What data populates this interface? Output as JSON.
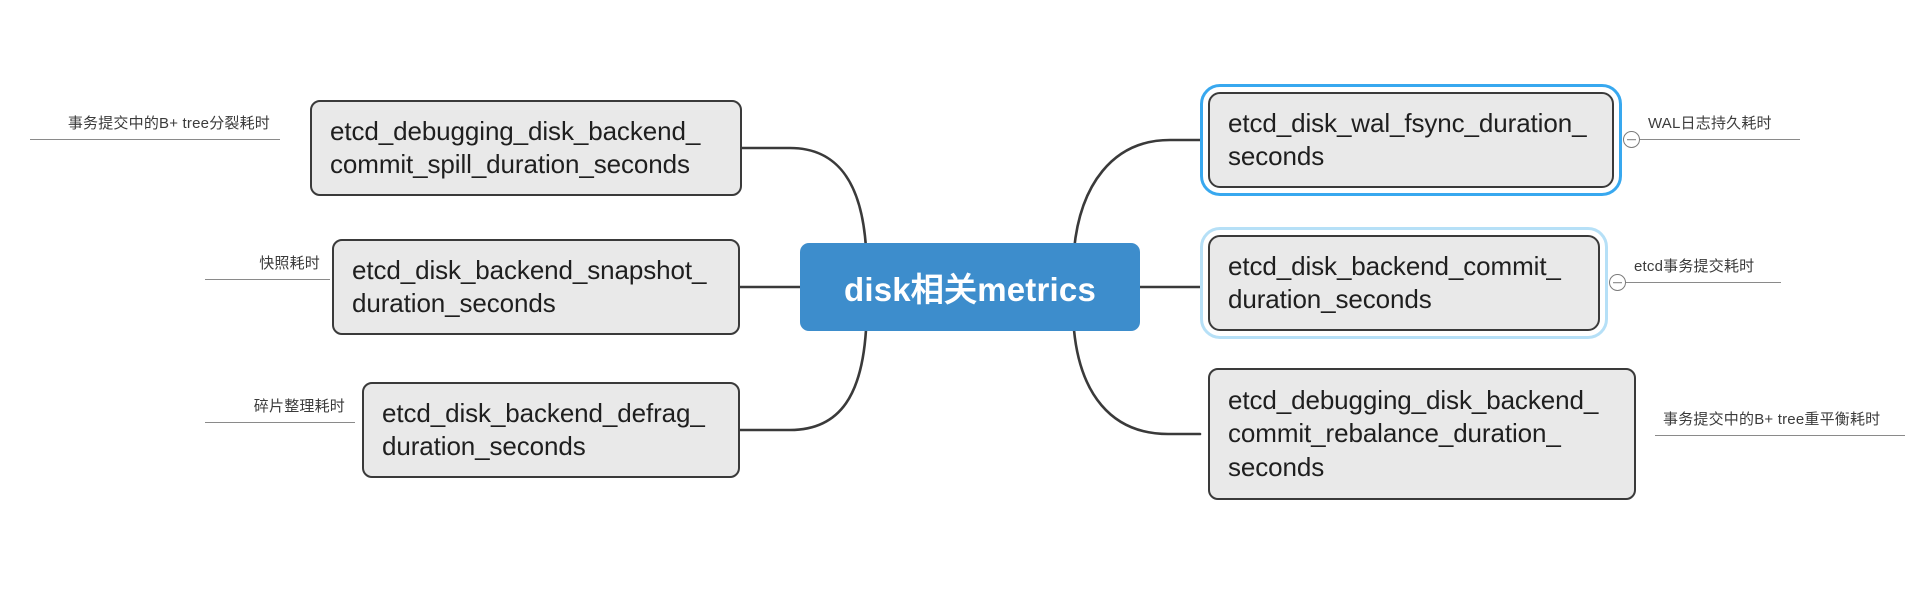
{
  "diagram": {
    "type": "mindmap",
    "title": "disk相关metrics",
    "root": {
      "label": "disk相关metrics",
      "color": "#3D8DCC",
      "text_color": "#ffffff"
    },
    "node_style": {
      "fill": "#e9e9e9",
      "border": "#3a3a3a",
      "selected_outline": "#38A8EF",
      "hover_outline": "#b6e0f7",
      "edge_color": "#3a3a3a"
    },
    "branches_left": [
      {
        "id": "spill",
        "label": "etcd_debugging_disk_backend_\ncommit_spill_duration_seconds",
        "annotation": "事务提交中的B+ tree分裂耗时",
        "state": "normal"
      },
      {
        "id": "snapshot",
        "label": "etcd_disk_backend_snapshot_\nduration_seconds",
        "annotation": "快照耗时",
        "state": "normal"
      },
      {
        "id": "defrag",
        "label": "etcd_disk_backend_defrag_\nduration_seconds",
        "annotation": "碎片整理耗时",
        "state": "normal"
      }
    ],
    "branches_right": [
      {
        "id": "wal-fsync",
        "label": "etcd_disk_wal_fsync_duration_\nseconds",
        "annotation": "WAL日志持久耗时",
        "state": "selected",
        "toggle": "collapse-toggle"
      },
      {
        "id": "backend-commit",
        "label": "etcd_disk_backend_commit_\nduration_seconds",
        "annotation": "etcd事务提交耗时",
        "state": "hovered",
        "toggle": "collapse-toggle"
      },
      {
        "id": "rebalance",
        "label": "etcd_debugging_disk_backend_\ncommit_rebalance_duration_\nseconds",
        "annotation": "事务提交中的B+ tree重平衡耗时",
        "state": "normal"
      }
    ]
  }
}
